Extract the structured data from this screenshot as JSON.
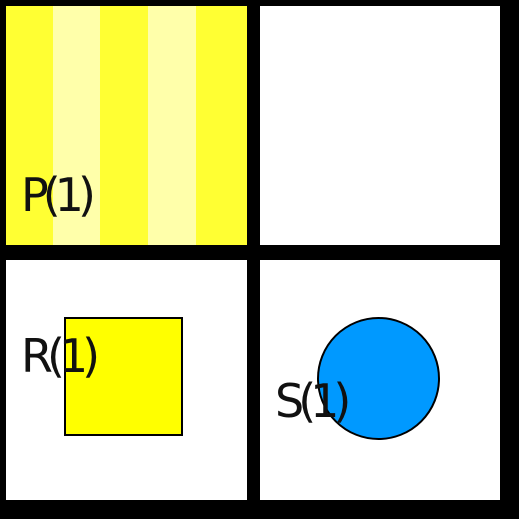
{
  "panels": {
    "p": {
      "label": "P(1)",
      "stripe_colors": [
        "#ffff33",
        "#ffffaa",
        "#ffff33",
        "#ffffaa",
        "#ffff33"
      ]
    },
    "q": {},
    "r": {
      "label": "R(1)",
      "shape": "square",
      "shape_color": "#ffff00"
    },
    "s": {
      "label": "S(1)",
      "shape": "circle",
      "shape_color": "#0099ff"
    }
  },
  "colors": {
    "background": "#000000",
    "panel": "#ffffff",
    "text": "#111111"
  }
}
